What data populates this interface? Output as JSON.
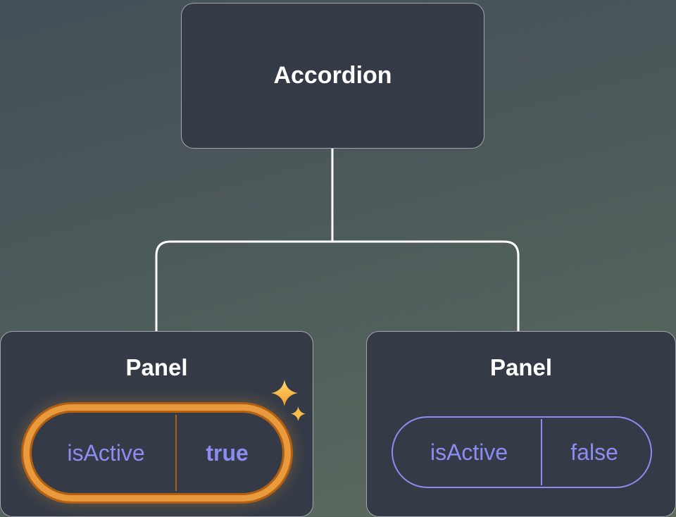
{
  "diagram": {
    "root": {
      "label": "Accordion"
    },
    "panels": [
      {
        "title": "Panel",
        "prop": {
          "name": "isActive",
          "value": "true"
        },
        "highlighted": true
      },
      {
        "title": "Panel",
        "prop": {
          "name": "isActive",
          "value": "false"
        },
        "highlighted": false
      }
    ]
  },
  "colors": {
    "accent_purple": "#8c8cf1",
    "highlight_orange": "#e89a3c",
    "highlight_orange_edge": "#b35f12",
    "sparkle_yellow": "#ffc557",
    "node_bg": "#343b47",
    "connector": "#ffffff"
  }
}
